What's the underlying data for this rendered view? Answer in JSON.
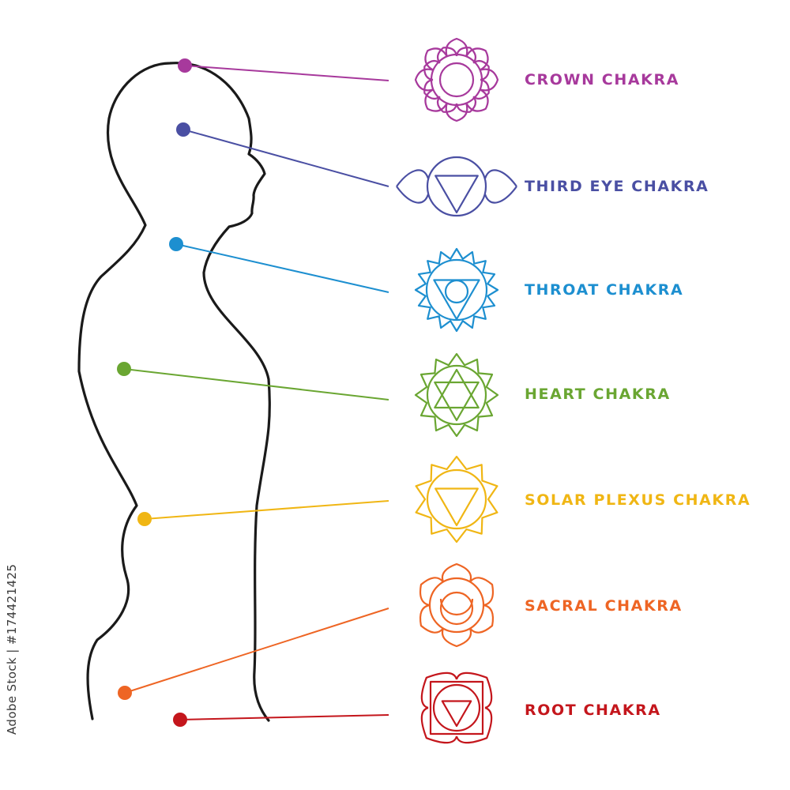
{
  "stock_id": "Adobe Stock | #174421425",
  "body_outline_color": "#1a1a1a",
  "chakras": [
    {
      "key": "crown",
      "label": "CROWN CHAKRA",
      "color": "#a7399c",
      "icon": "crown-chakra-symbol-icon"
    },
    {
      "key": "third-eye",
      "label": "THIRD EYE CHAKRA",
      "color": "#4a4fa3",
      "icon": "third-eye-chakra-symbol-icon"
    },
    {
      "key": "throat",
      "label": "THROAT CHAKRA",
      "color": "#1d8fd0",
      "icon": "throat-chakra-symbol-icon"
    },
    {
      "key": "heart",
      "label": "HEART CHAKRA",
      "color": "#6aa632",
      "icon": "heart-chakra-symbol-icon"
    },
    {
      "key": "solar-plexus",
      "label": "SOLAR PLEXUS CHAKRA",
      "color": "#f0b614",
      "icon": "solar-plexus-chakra-symbol-icon"
    },
    {
      "key": "sacral",
      "label": "SACRAL CHAKRA",
      "color": "#ee6524",
      "icon": "sacral-chakra-symbol-icon"
    },
    {
      "key": "root",
      "label": "ROOT CHAKRA",
      "color": "#c4161c",
      "icon": "root-chakra-symbol-icon"
    }
  ]
}
